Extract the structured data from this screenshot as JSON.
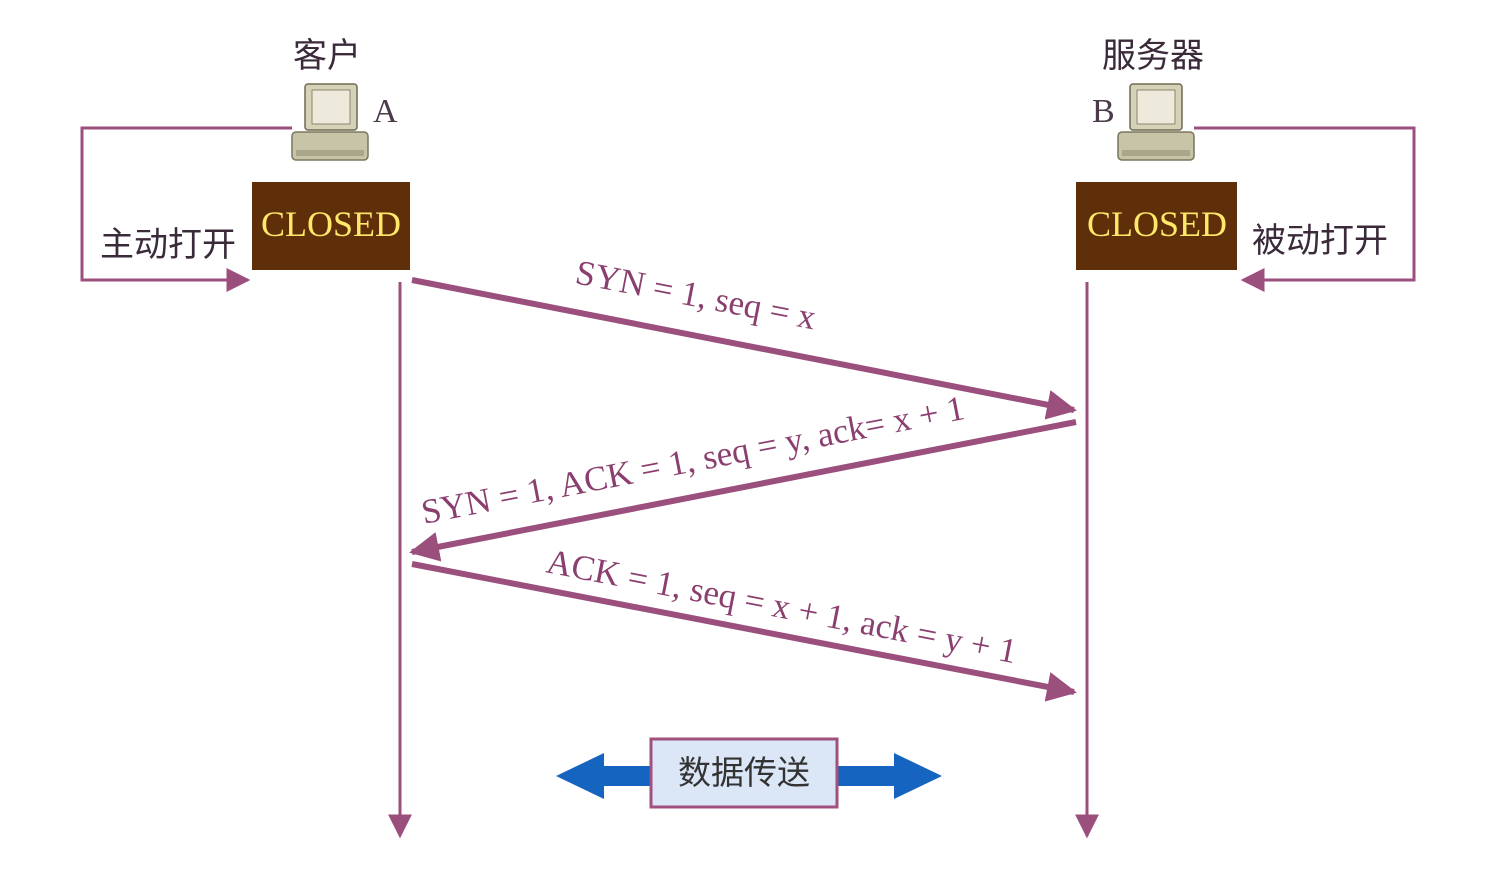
{
  "client": {
    "title": "客户",
    "letter": "A",
    "state": "CLOSED",
    "action": "主动打开"
  },
  "server": {
    "title": "服务器",
    "letter": "B",
    "state": "CLOSED",
    "action": "被动打开"
  },
  "messages": [
    {
      "text": "SYN = 1, seq = x"
    },
    {
      "text": "SYN = 1, ACK = 1, seq = y, ack= x + 1"
    },
    {
      "text": "ACK = 1, seq = x + 1, ack = y + 1"
    }
  ],
  "data_transfer": {
    "label": "数据传送"
  },
  "colors": {
    "line": "#9b4f7d",
    "state_box": "#5e2f09",
    "state_text": "#ffe86a",
    "data_arrow": "#1565c0",
    "data_box_fill": "#dbe6f7",
    "data_box_border": "#a0507e"
  }
}
